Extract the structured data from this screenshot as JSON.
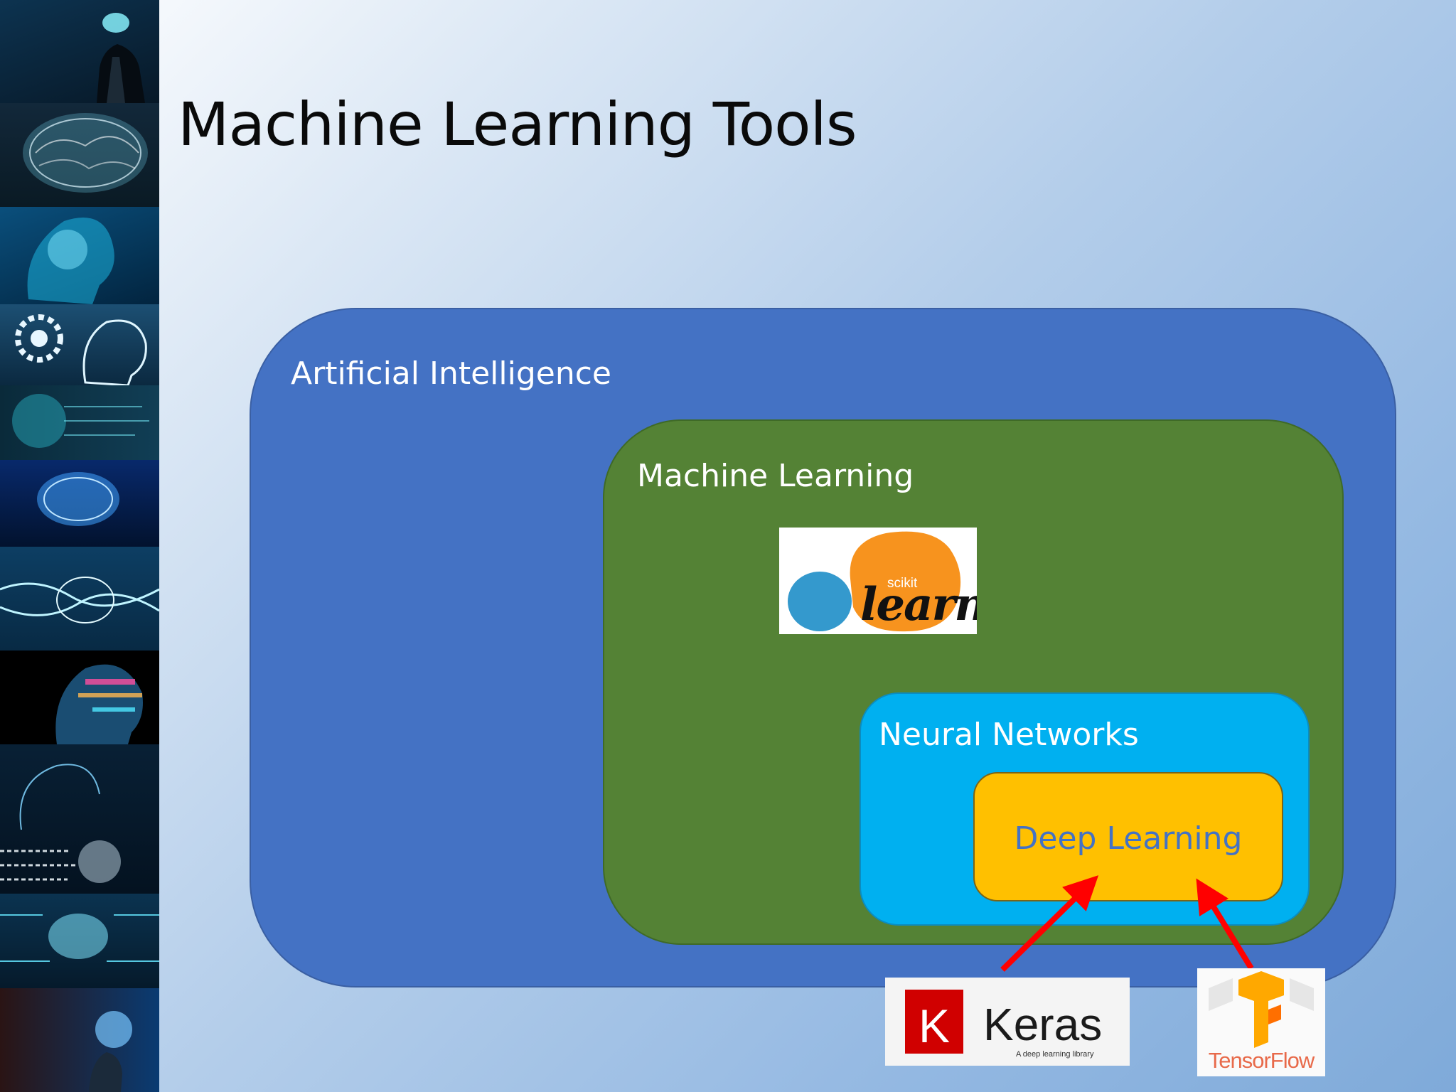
{
  "slide": {
    "title": "Machine Learning Tools"
  },
  "diagram": {
    "outer": {
      "label": "Artificial Intelligence",
      "color": "#4472c4"
    },
    "middle": {
      "label": "Machine Learning",
      "color": "#548235"
    },
    "inner": {
      "label": "Neural Networks",
      "color": "#00b0f0"
    },
    "core": {
      "label": "Deep Learning",
      "color": "#ffc000",
      "text_color": "#4472c4"
    },
    "arrow_color": "#ff0000"
  },
  "logos": {
    "sklearn": {
      "small_text": "scikit",
      "word": "learn",
      "blue": "#3499cd",
      "orange": "#f7931e"
    },
    "keras": {
      "letter": "K",
      "word": "Keras",
      "tagline": "A deep learning library",
      "red": "#d00000"
    },
    "tensorflow": {
      "word": "TensorFlow",
      "orange": "#ff8f00"
    }
  },
  "sidebar": {
    "image_names": [
      "head-silhouette-image",
      "glowing-brain-image",
      "digital-head-image",
      "gears-brain-image",
      "circuit-head-image",
      "blue-brain-image",
      "wired-brain-image",
      "data-head-image",
      "binary-head-image",
      "circuit-brain-image",
      "brain-hand-image"
    ]
  }
}
